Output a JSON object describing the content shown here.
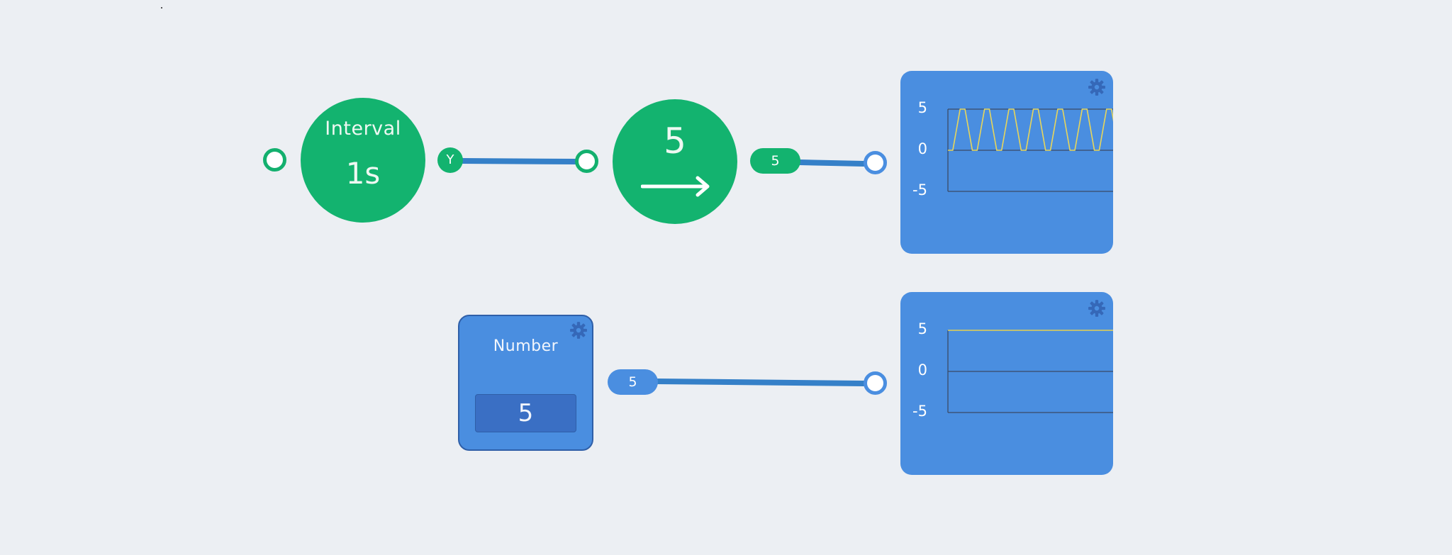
{
  "interval_node": {
    "label": "Interval",
    "value": "1s",
    "output_badge": "Y",
    "color": "#13b36f"
  },
  "constant_node": {
    "value": "5",
    "icon": "arrow-right-icon",
    "output_badge": "5",
    "color": "#13b36f"
  },
  "number_node": {
    "label": "Number",
    "value": "5",
    "output_badge": "5",
    "settings_icon": "gear-icon",
    "color": "#4a8ee0"
  },
  "wire_color": "#3580c8",
  "chart_data": [
    {
      "type": "line",
      "yticks": [
        "5",
        "0",
        "-5"
      ],
      "ylim": [
        -5,
        5
      ],
      "series_color": "#e8d65a",
      "x": [
        0,
        0.2,
        0.5,
        0.7,
        1.0,
        1.2,
        1.5,
        1.7,
        2.0,
        2.2,
        2.5,
        2.7,
        3.0,
        3.2,
        3.5,
        3.7,
        4.0,
        4.2,
        4.5,
        4.7,
        5.0,
        5.2,
        5.5,
        5.7,
        6.0,
        6.2,
        6.5,
        6.7,
        7.0
      ],
      "values": [
        0,
        0,
        5,
        5,
        0,
        0,
        5,
        5,
        0,
        0,
        5,
        5,
        0,
        0,
        5,
        5,
        0,
        0,
        5,
        5,
        0,
        0,
        5,
        5,
        0,
        0,
        5,
        5,
        0
      ],
      "grid": true,
      "settings_icon": "gear-icon"
    },
    {
      "type": "line",
      "yticks": [
        "5",
        "0",
        "-5"
      ],
      "ylim": [
        -5,
        5
      ],
      "series_color": "#e8d65a",
      "x": [
        0,
        7
      ],
      "values": [
        5,
        5
      ],
      "grid": true,
      "settings_icon": "gear-icon"
    }
  ]
}
